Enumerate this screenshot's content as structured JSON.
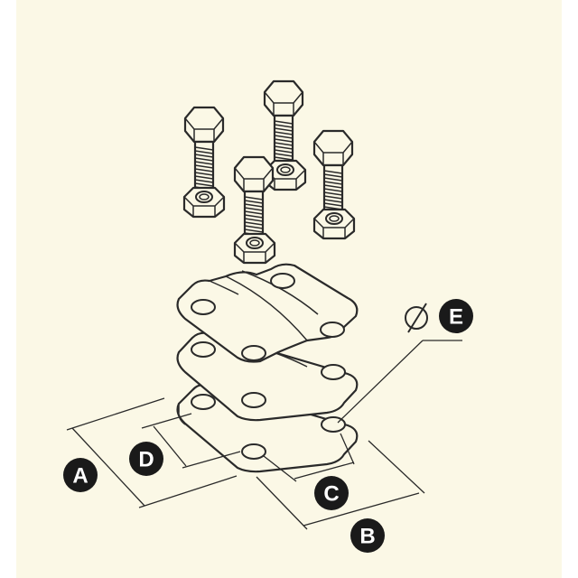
{
  "labels": {
    "a": "A",
    "b": "B",
    "c": "C",
    "d": "D",
    "e": "E"
  },
  "colors": {
    "background": "#fbf8e6",
    "line": "#2a2a2a",
    "badge": "#1a1a1a"
  },
  "icons": {
    "diameter_symbol": "diameter-symbol-icon"
  }
}
